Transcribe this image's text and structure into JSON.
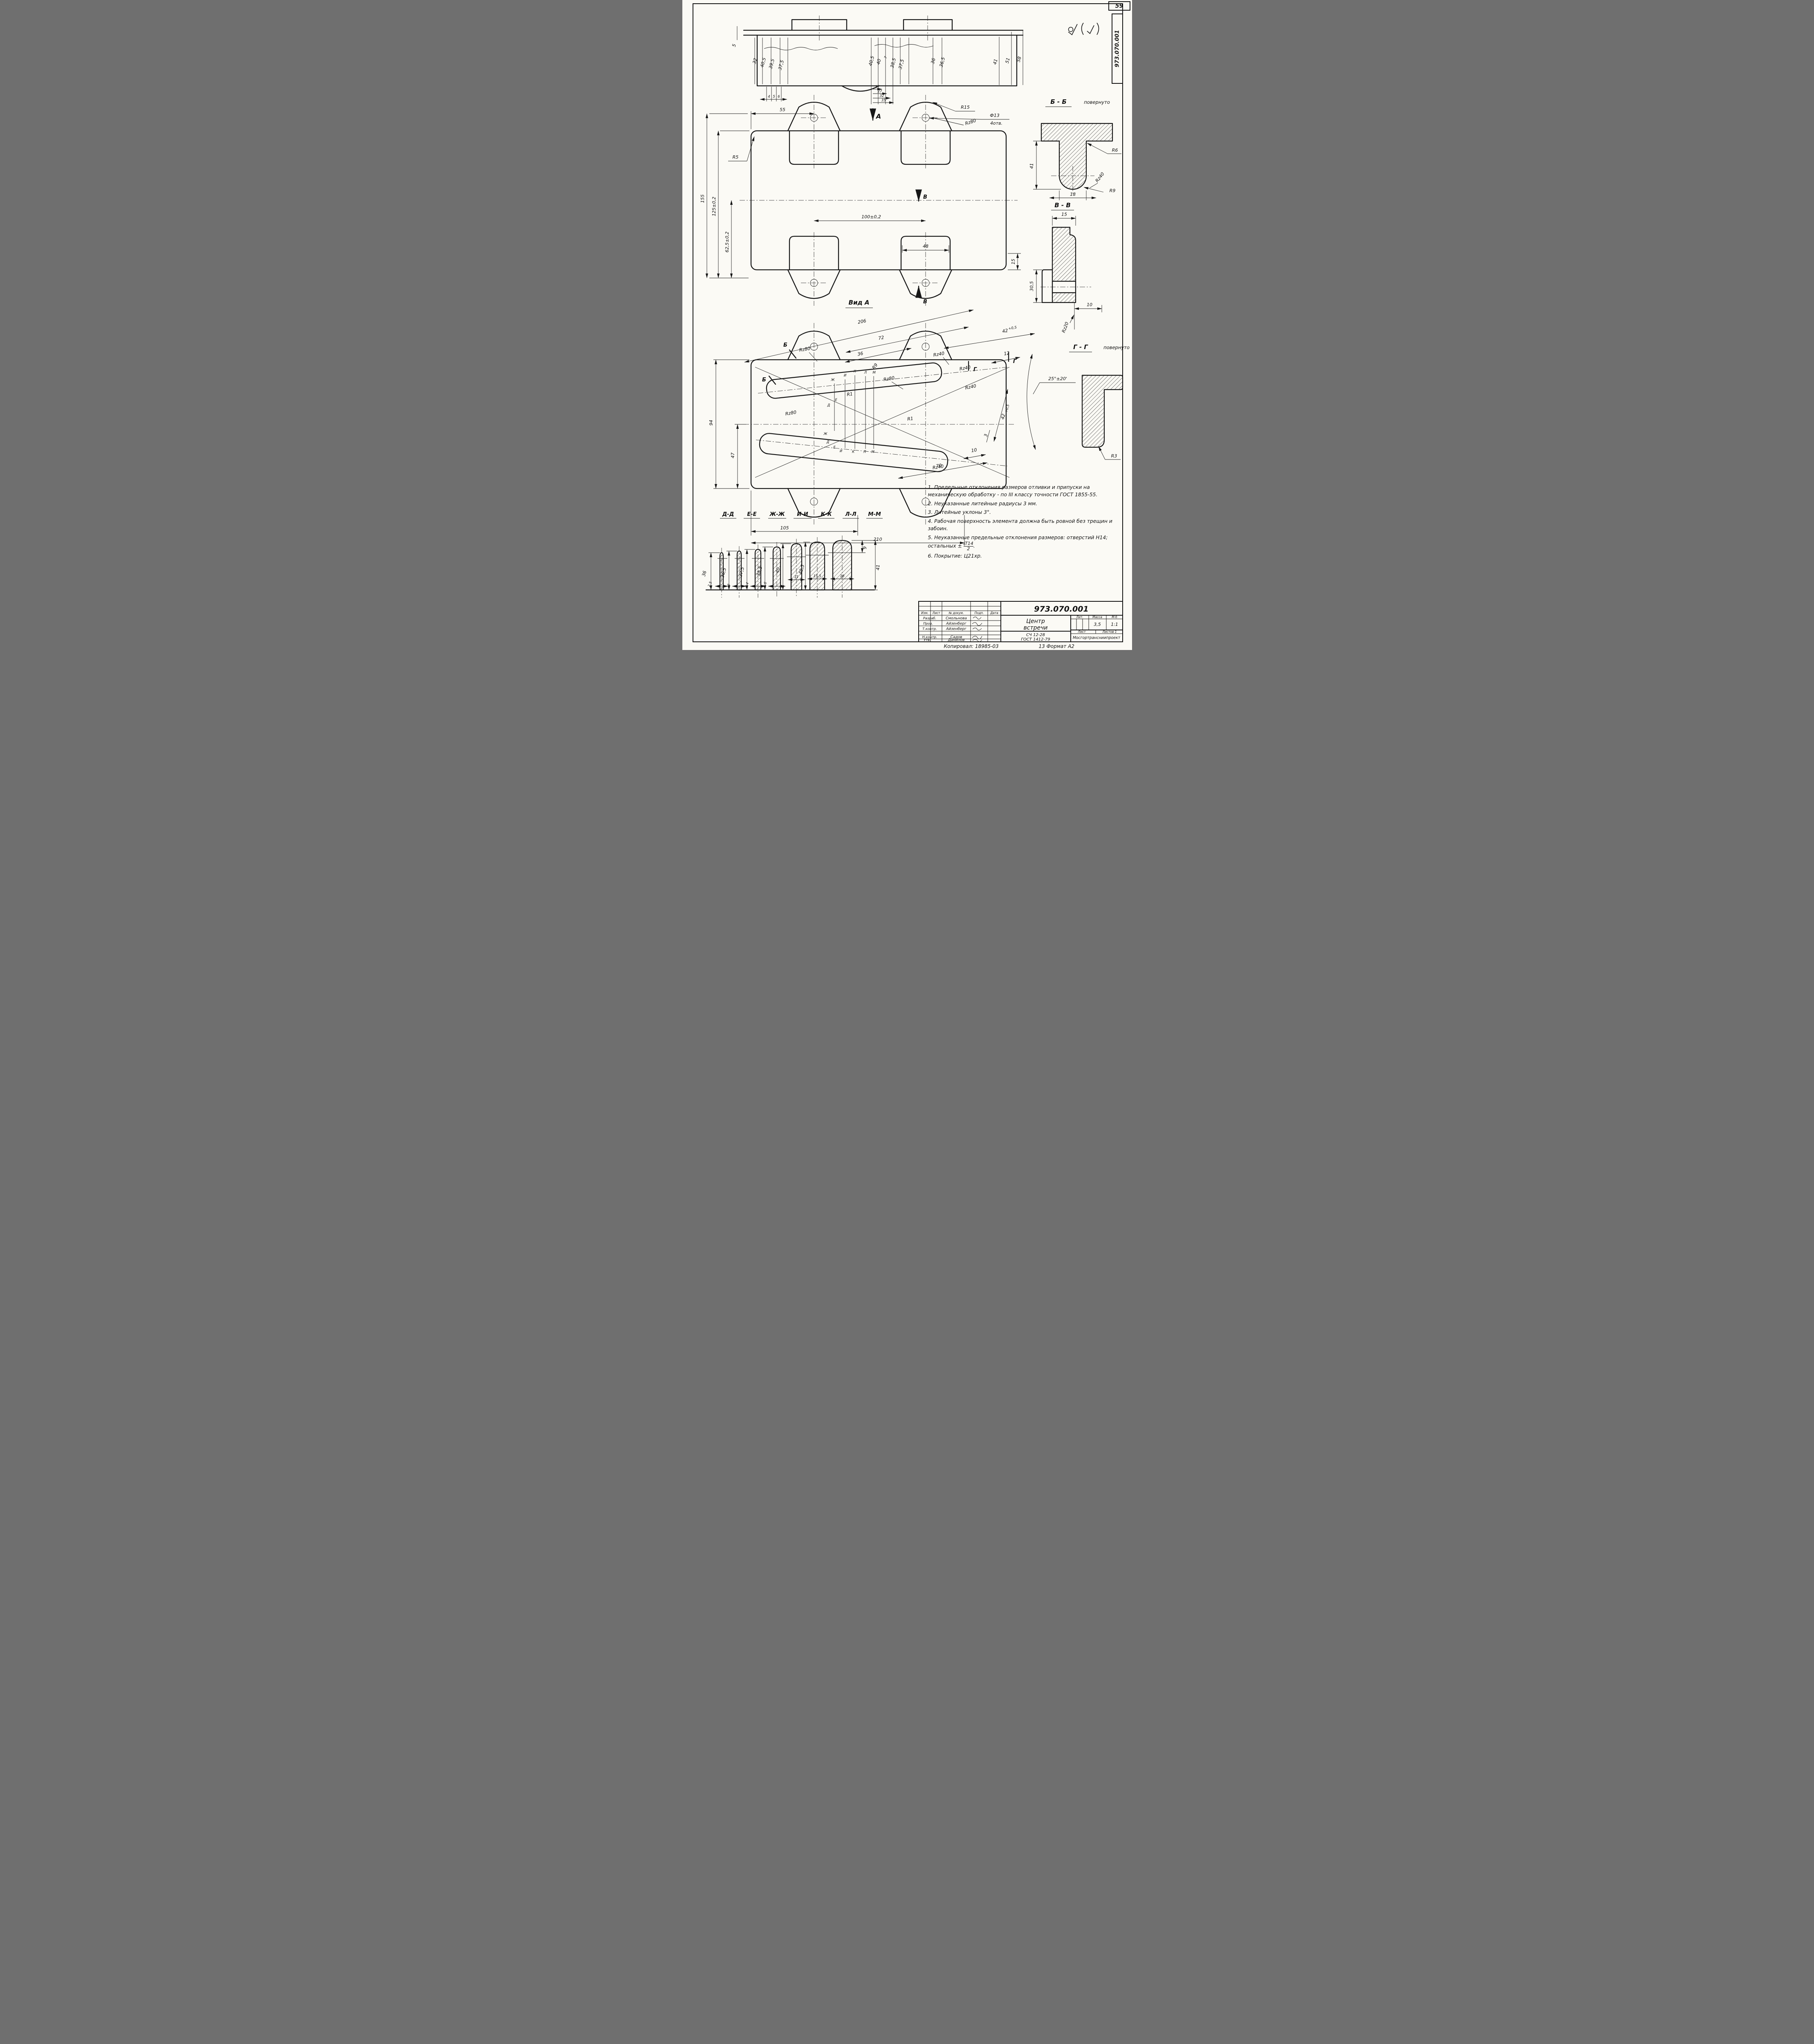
{
  "page": {
    "sheet_badge": "59",
    "corner_stamp": "973.070.001",
    "copy_note": "Копировал: 18985-03",
    "format_note": "13  Формат А2"
  },
  "front_view": {
    "rot": [
      "5",
      "32",
      "40,5",
      "39,5",
      "37,5",
      "40,5",
      "40",
      "7",
      "38,5",
      "37,5",
      "36",
      "36,5",
      "41",
      "51",
      "58"
    ],
    "small": [
      "4",
      "5",
      "6"
    ],
    "stack": [
      "17",
      "27",
      "32",
      "35"
    ]
  },
  "plan_view": {
    "d55": "55",
    "d155": "155",
    "d125": "125±0,2",
    "d625": "62,5±0,2",
    "d100": "100±0,2",
    "d48": "48",
    "d15": "15",
    "r15": "R15",
    "rz80": "Rz80",
    "hole1": "Ф13",
    "hole2": "4отв.",
    "r5": "R5"
  },
  "marks": {
    "a": "А",
    "b": "Б",
    "v": "В",
    "g": "Г",
    "d": "Д",
    "e": "Е",
    "zh": "Ж",
    "i": "И",
    "k": "К",
    "l": "Л",
    "m": "М"
  },
  "vid_a": {
    "title": "Вид А",
    "d206": "206",
    "d72": "72",
    "d36": "36",
    "d94": "94",
    "d47": "47",
    "d105": "105",
    "d210": "210",
    "d42": "42",
    "d42t": "+0,5",
    "d12": "12",
    "d3": "3",
    "d10": "10",
    "d70": "70",
    "rz80": "Rz80",
    "rz40": "Rz40",
    "r9": "R9",
    "r1": "R1"
  },
  "section_bb": {
    "t1": "Б - Б",
    "t2": "повернуто",
    "d41": "41",
    "d18": "18",
    "r6": "R6",
    "rz40": "Rz40",
    "r9": "R9"
  },
  "section_vv": {
    "t1": "В - В",
    "d15": "15",
    "d305": "30,5",
    "d10": "10",
    "rz20": "Rz20"
  },
  "section_gg": {
    "t1": "Г - Г",
    "t2": "повернуто",
    "angle": "25°±20'",
    "r3": "R3"
  },
  "small_sections": {
    "titles": [
      "Д-Д",
      "Е-Е",
      "Ж-Ж",
      "И-И",
      "К-К",
      "Л-Л",
      "М-М"
    ],
    "heights": [
      "36",
      "36,5",
      "37,5",
      "38,5",
      "40",
      "40,5"
    ],
    "widths": [
      "2,5",
      "3",
      "4,4",
      "5,6",
      "11",
      "15,5",
      "18"
    ],
    "d9": "9",
    "d41": "41"
  },
  "notes": {
    "n1": "1. Предельные отклонения размеров отливки и припуски на механическую обработку - по III классу точности ГОСТ 1855-55.",
    "n2": "2. Неуказанные литейные радиусы 3 мм.",
    "n3": "3. Литейные уклоны 3°.",
    "n4": "4. Рабочая поверхность элемента должна быть ровной без трещин и забоин.",
    "n5_main": "5. Неуказанные предельные отклонения размеров: отверстий Н14; остальных ±",
    "n5_num": "IT14",
    "n5_den": "2",
    "n5_tail": ".",
    "n6": "6. Покрытие: Ц21хр."
  },
  "title_block": {
    "doc_number": "973.070.001",
    "name1": "Центр",
    "name2": "встречи",
    "mat1": "СЧ 12-28",
    "mat2": "ГОСТ 1412-79",
    "company": "Мосгортрансниипроект",
    "h_izm": "Изм.",
    "h_list": "Лист",
    "h_doc": "№ докум.",
    "h_sign": "Подп.",
    "h_date": "Дата",
    "r1_role": "Разраб.",
    "r1_name": "Смольнова",
    "r2_role": "Пров.",
    "r2_name": "Айзенберг",
    "r3_role": "Т.контр.",
    "r3_name": "Айзенберг",
    "r4_role": "Н.контр.",
    "r4_name": "Садов",
    "r5_role": "Утв.",
    "r5_name": "Данилов",
    "lit": "Лит.",
    "mass": "Масса",
    "scale": "М-б",
    "mass_v": "3,5",
    "scale_v": "1:1",
    "sheet": "Лист",
    "sheets": "Листов 1"
  }
}
